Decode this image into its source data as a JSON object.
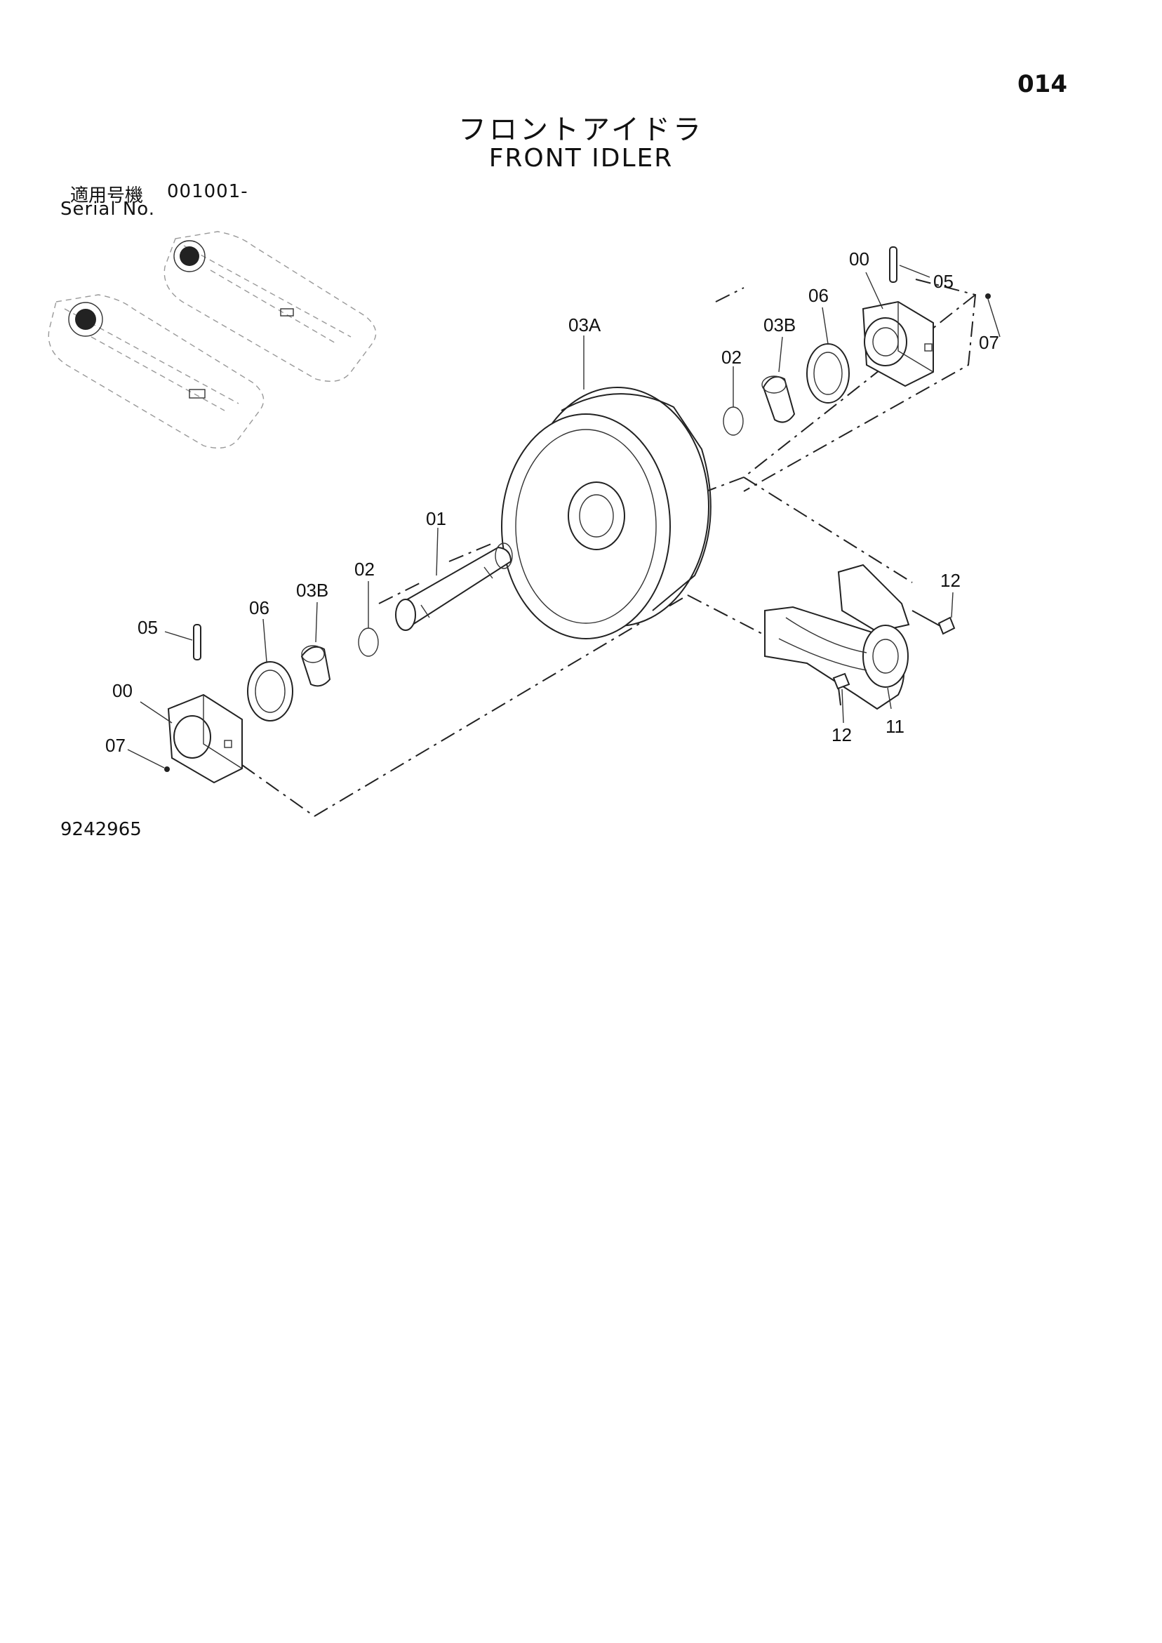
{
  "page_number": "014",
  "title_jp": "フロントアイドラ",
  "title_en": "FRONT IDLER",
  "serial": {
    "label_jp": "適用号機",
    "code": "001001-",
    "label_en": "Serial No."
  },
  "drawing_number": "9242965",
  "callouts": {
    "c00_top": "00",
    "c05_top": "05",
    "c06_top": "06",
    "c07_top": "07",
    "c03A": "03A",
    "c03B_top": "03B",
    "c02_top": "02",
    "c01": "01",
    "c02_bot": "02",
    "c03B_bot": "03B",
    "c06_bot": "06",
    "c05_bot": "05",
    "c00_bot": "00",
    "c07_bot": "07",
    "c12_top": "12",
    "c12_bot": "12",
    "c11": "11"
  }
}
